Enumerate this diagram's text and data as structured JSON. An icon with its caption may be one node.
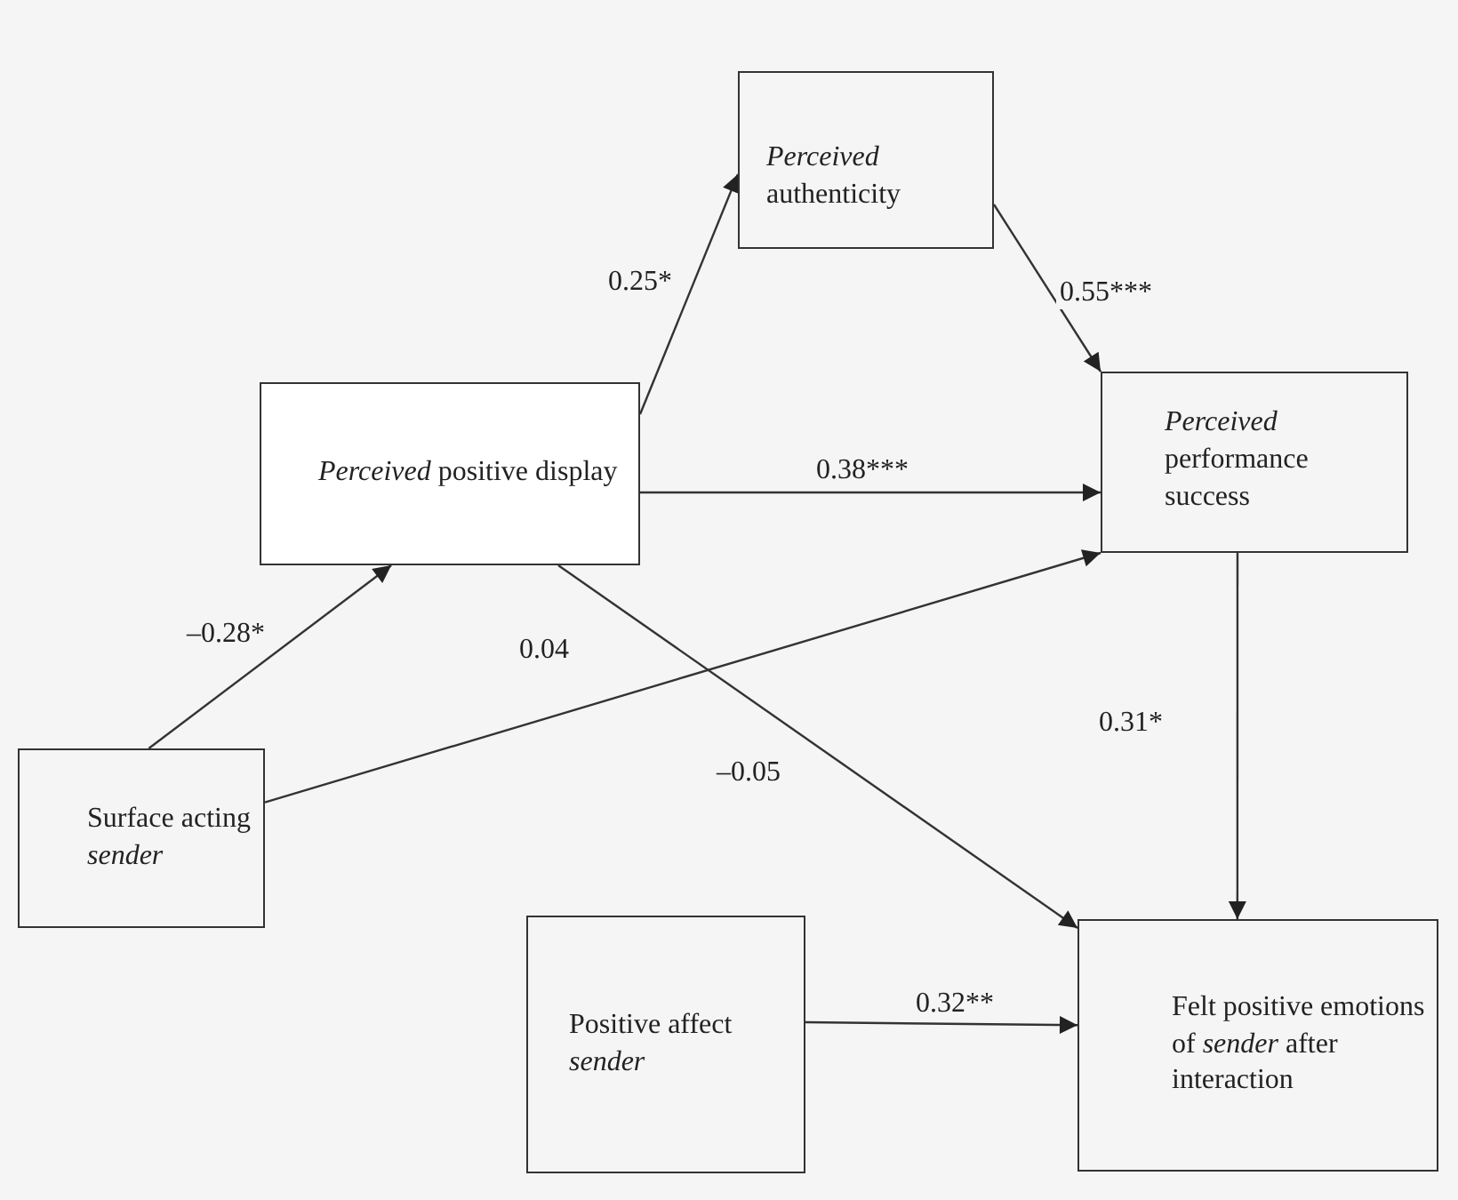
{
  "diagram": {
    "nodes": [
      {
        "text": [
          "*Perceived* authenticity"
        ]
      },
      {
        "text": [
          "*Perceived* positive display"
        ]
      },
      {
        "text": [
          "*Perceived* performance success"
        ]
      },
      {
        "text": [
          "Surface acting *sender*"
        ]
      },
      {
        "text": [
          "Positive affect *sender*"
        ]
      },
      {
        "text": [
          "Felt positive emotions of *sender* after interaction"
        ]
      }
    ],
    "edges": [
      {
        "from": 1,
        "to": 0,
        "arrow": "to",
        "label": "0.25*"
      },
      {
        "from": 0,
        "to": 2,
        "arrow": "to",
        "label": "0.55***"
      },
      {
        "from": 1,
        "to": 2,
        "arrow": "to",
        "label": "0.38***"
      },
      {
        "from": 3,
        "to": 1,
        "arrow": "to",
        "label": "–0.28*"
      },
      {
        "from": 3,
        "to": 2,
        "arrow": "to",
        "label": "0.04"
      },
      {
        "from": 1,
        "to": 5,
        "arrow": "to",
        "label": "–0.05"
      },
      {
        "from": 2,
        "to": 5,
        "arrow": "to",
        "label": "0.31*"
      },
      {
        "from": 4,
        "to": 5,
        "arrow": "to",
        "label": "0.32**"
      }
    ]
  }
}
